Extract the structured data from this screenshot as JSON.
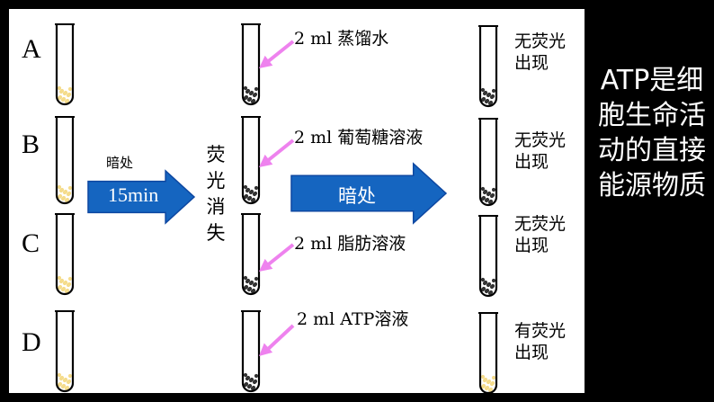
{
  "rows": [
    {
      "label": "A",
      "added": "2 ml 蒸馏水",
      "result": "无荧光出现",
      "tube_state": "no-fluorescence"
    },
    {
      "label": "B",
      "added": "2 ml 葡萄糖溶液",
      "result": "无荧光出现",
      "tube_state": "no-fluorescence"
    },
    {
      "label": "C",
      "added": "2 ml 脂肪溶液",
      "result": "无荧光出现",
      "tube_state": "no-fluorescence"
    },
    {
      "label": "D",
      "added": "2 ml ATP溶液",
      "result": "有荧光出现",
      "tube_state": "fluorescence"
    }
  ],
  "step1": {
    "condition_top": "暗处",
    "condition_arrow": "15min"
  },
  "middle_label": "荧光消失",
  "step2": {
    "condition_arrow": "暗处"
  },
  "conclusion": "ATP是细胞生命活动的直接能源物质",
  "colors": {
    "background": "#000000",
    "panel": "#ffffff",
    "arrow_fill": "#1565c0",
    "pointer": "#ee82ee",
    "fluorescent_content": "#f5dc8c",
    "dark_content": "#333333",
    "conclusion_text": "#ffffff"
  }
}
